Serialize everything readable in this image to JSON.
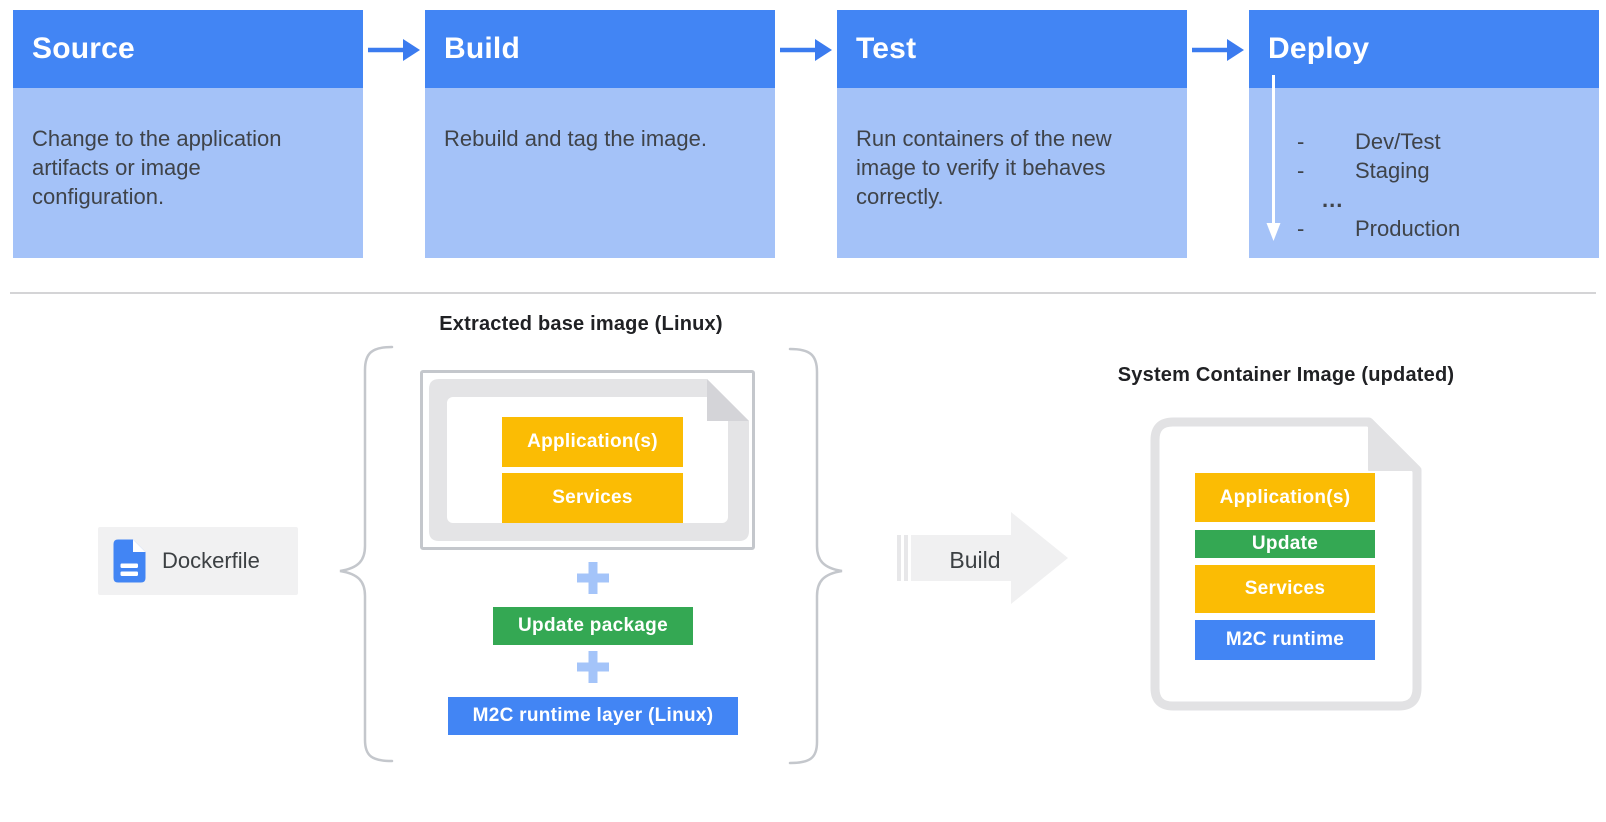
{
  "colors": {
    "header_blue": "#4285F4",
    "panel_blue": "#A4C2F8",
    "connector_blue": "#3B7BEF",
    "accent_yellow": "#FBBC04",
    "accent_green": "#34A853",
    "accent_blue": "#4285F4",
    "plus_blue": "#A4C4F9",
    "doc_gray": "#E4E4E6",
    "text_dark": "#3F4349"
  },
  "pipeline": {
    "dash": "-",
    "ellipsis": "...",
    "steps": [
      {
        "title": "Source",
        "body": "Change to the application artifacts or image configuration."
      },
      {
        "title": "Build",
        "body": "Rebuild and tag the image."
      },
      {
        "title": "Test",
        "body": "Run containers of the new image to verify it behaves correctly."
      },
      {
        "title": "Deploy",
        "items": [
          "Dev/Test",
          "Staging",
          "Production"
        ]
      }
    ]
  },
  "build_flow": {
    "dockerfile_label": "Dockerfile",
    "extracted_title": "Extracted base image (Linux)",
    "base_layers": [
      "Application(s)",
      "Services"
    ],
    "update_package": "Update package",
    "runtime_layer": "M2C runtime layer (Linux)",
    "build_label": "Build",
    "system_title": "System Container Image (updated)",
    "system_layers": [
      "Application(s)",
      "Update",
      "Services",
      "M2C runtime"
    ]
  }
}
